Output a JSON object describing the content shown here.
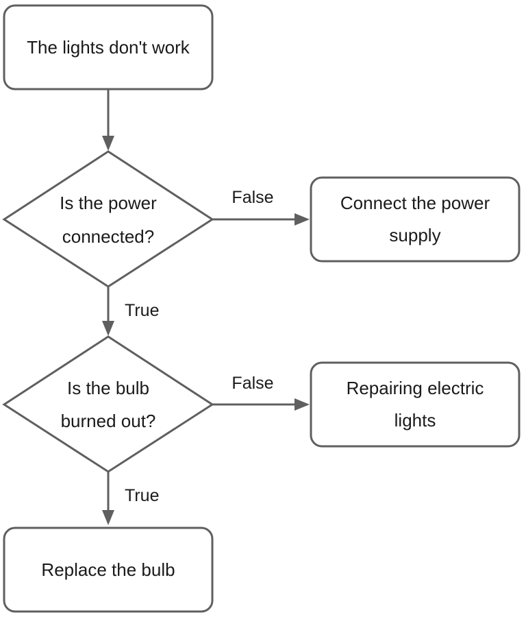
{
  "diagram": {
    "nodes": {
      "start": {
        "line1": "The lights don't work"
      },
      "check_power": {
        "line1": "Is the power",
        "line2": "connected?"
      },
      "connect_power": {
        "line1": "Connect the power",
        "line2": "supply"
      },
      "check_bulb": {
        "line1": "Is the bulb",
        "line2": "burned out?"
      },
      "repair_lights": {
        "line1": "Repairing electric",
        "line2": "lights"
      },
      "replace_bulb": {
        "line1": "Replace the bulb"
      }
    },
    "edges": {
      "power_false": "False",
      "power_true": "True",
      "bulb_false": "False",
      "bulb_true": "True"
    }
  }
}
